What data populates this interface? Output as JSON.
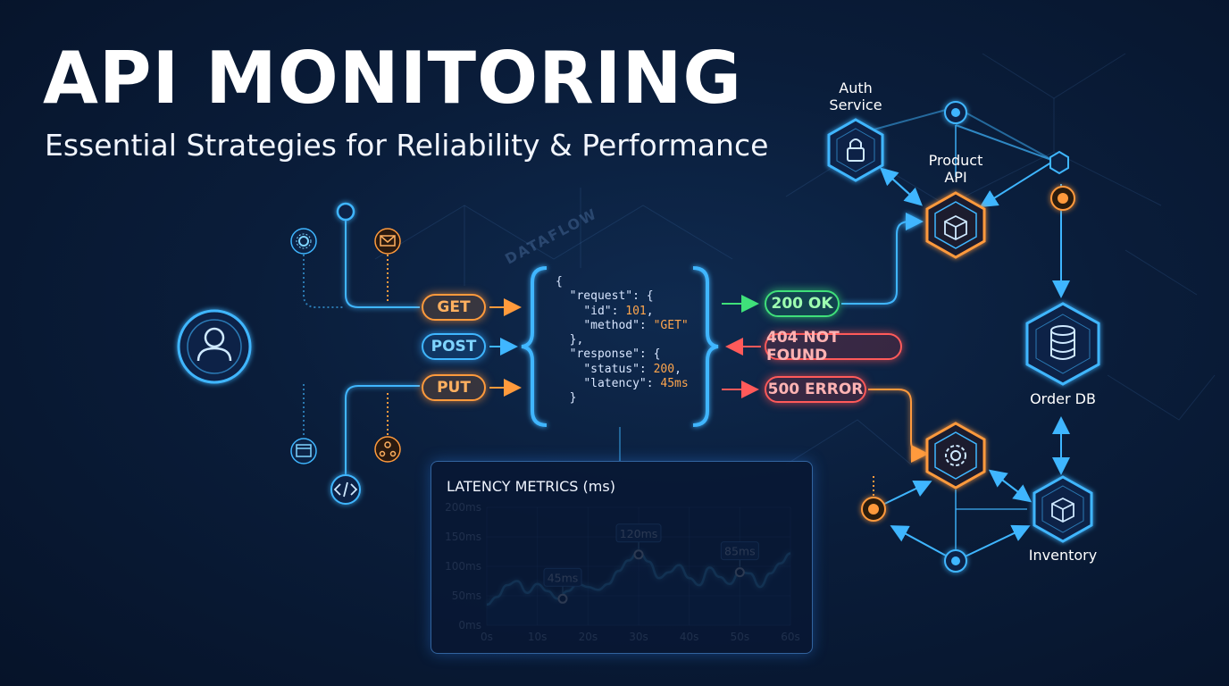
{
  "header": {
    "title": "API MONITORING",
    "subtitle": "Essential Strategies for Reliability & Performance"
  },
  "watermark": "DATAFLOW",
  "methods": [
    "GET",
    "POST",
    "PUT"
  ],
  "responses": {
    "ok": "200 OK",
    "not_found": "404 NOT FOUND",
    "error": "500 ERROR"
  },
  "payload": {
    "line1": "{",
    "line2_key": "\"request\": {",
    "line3_key": "\"id\": ",
    "line3_val": "101",
    "line3_end": ",",
    "line4_key": "\"method\": ",
    "line4_val": "\"GET\"",
    "line5": "},",
    "line6_key": "\"response\": {",
    "line7_key": "\"status\": ",
    "line7_val": "200",
    "line7_end": ",",
    "line8_key": "\"latency\": ",
    "line8_val": "45ms",
    "line9": "}"
  },
  "services": {
    "auth": "Auth\nService",
    "product": "Product\nAPI",
    "order_db": "Order DB",
    "inventory": "Inventory"
  },
  "icons": {
    "client": "user-icon",
    "settings": "gear-icon",
    "mail": "envelope-icon",
    "browser": "browser-window-icon",
    "code": "code-brackets-icon",
    "users": "user-network-icon",
    "auth": "lock-icon",
    "product": "cube-icon",
    "gateway": "gear-icon",
    "database": "database-icon",
    "inventory": "box-icon"
  },
  "colors": {
    "orange": "#ff9a3c",
    "blue": "#3fb6ff",
    "green": "#3fe07a",
    "red": "#ff5a5a",
    "background": "#0a1d3a"
  },
  "chart_data": {
    "type": "line",
    "title": "LATENCY METRICS (ms)",
    "x_ticks": [
      "0s",
      "10s",
      "20s",
      "30s",
      "40s",
      "50s",
      "60s"
    ],
    "y_ticks": [
      "0ms",
      "50ms",
      "100ms",
      "150ms",
      "200ms"
    ],
    "xlim": [
      0,
      60
    ],
    "ylim": [
      0,
      200
    ],
    "grid": true,
    "series": [
      {
        "x": [
          0,
          2,
          4,
          6,
          8,
          10,
          12,
          14,
          16,
          18,
          20,
          22,
          24,
          26,
          28,
          30,
          32,
          34,
          36,
          38,
          40,
          42,
          44,
          46,
          48,
          50,
          52,
          54,
          56,
          58,
          60
        ],
        "values": [
          35,
          48,
          68,
          75,
          55,
          70,
          58,
          45,
          58,
          70,
          65,
          60,
          70,
          92,
          110,
          125,
          108,
          80,
          90,
          102,
          80,
          68,
          98,
          82,
          70,
          90,
          88,
          65,
          88,
          105,
          122
        ]
      }
    ],
    "annotations": [
      {
        "x": 15,
        "y": 45,
        "label": "45ms"
      },
      {
        "x": 30,
        "y": 120,
        "label": "120ms"
      },
      {
        "x": 50,
        "y": 90,
        "label": "85ms"
      }
    ]
  }
}
